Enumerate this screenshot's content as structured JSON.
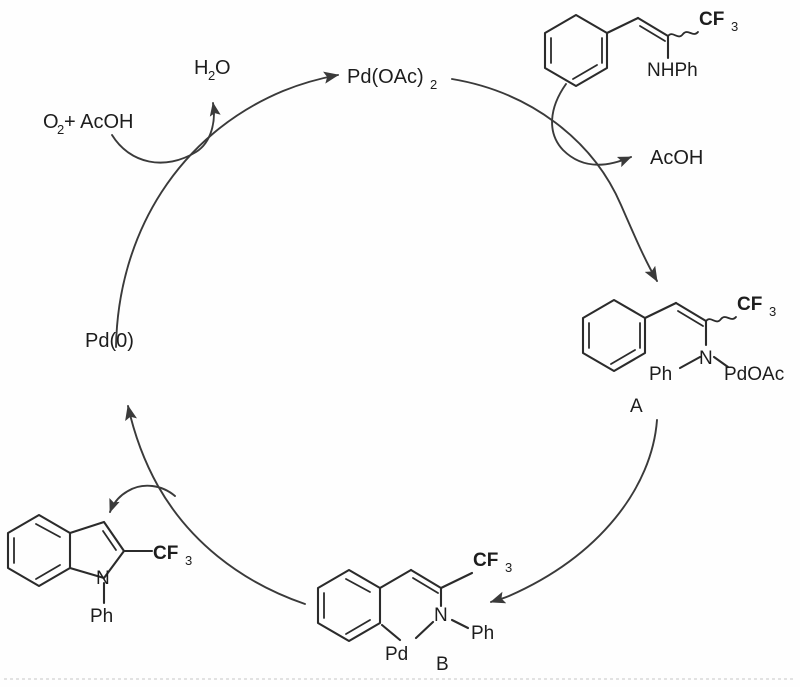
{
  "diagram": {
    "title": "Palladium-catalyzed catalytic cycle for 2-(trifluoromethyl)indole synthesis",
    "type": "catalytic-cycle"
  },
  "cycle": {
    "nodes": {
      "pd_oac2": "Pd(OAc)",
      "pd_oac2_sub": "2",
      "pd_zero": "Pd(0)"
    },
    "reagents": {
      "oxidant": "O",
      "oxidant_sub": "2",
      "oxidant_rest": " + AcOH",
      "water": "H",
      "water_sub": "2",
      "water_rest": "O",
      "acid_released": "AcOH"
    }
  },
  "labels": {
    "intermediate_a": "A",
    "intermediate_b": "B"
  },
  "substrate": {
    "name": "N-phenyl enamine",
    "cf3": "CF",
    "cf3_sub": "3",
    "amine": "NHPh"
  },
  "intermediate_a_struct": {
    "name": "amido palladium complex",
    "cf3": "CF",
    "cf3_sub": "3",
    "nitrogen": "N",
    "phenyl": "Ph",
    "palladium": "PdOAc"
  },
  "intermediate_b_struct": {
    "name": "five-membered palladacycle",
    "cf3": "CF",
    "cf3_sub": "3",
    "nitrogen": "N",
    "phenyl": "Ph",
    "palladium": "Pd"
  },
  "product": {
    "name": "1-phenyl-2-(trifluoromethyl)indole",
    "cf3": "CF",
    "cf3_sub": "3",
    "nitrogen": "N",
    "phenyl": "Ph"
  },
  "colors": {
    "ink": "#1d1d1d",
    "bond": "#2b2b2b",
    "arc": "#3a3a3a",
    "background": "#fefefe"
  }
}
